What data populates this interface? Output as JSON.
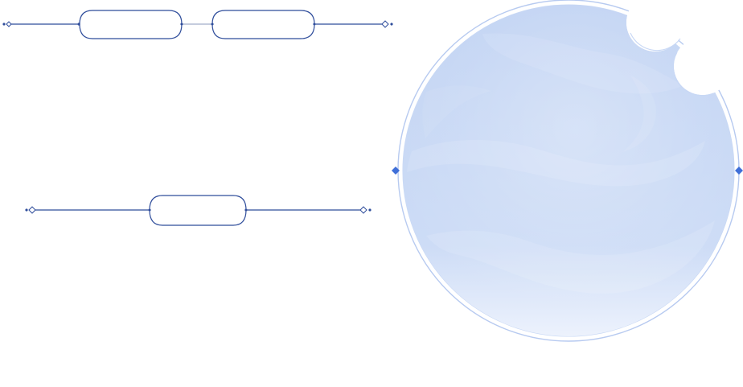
{
  "palette": {
    "line": "#2f4d9b",
    "accent": "#3f6fd8",
    "ring": "#b7caf0",
    "fill_top": "#c1d3f3",
    "fill_bottom": "#eef3fd",
    "background": "#ffffff"
  },
  "decor": {
    "top_divider": {
      "pill_count": 2,
      "labels": [
        "",
        ""
      ]
    },
    "middle_divider": {
      "pill_count": 1,
      "labels": [
        ""
      ]
    },
    "circle_frame": {
      "notch_count": 2
    }
  }
}
